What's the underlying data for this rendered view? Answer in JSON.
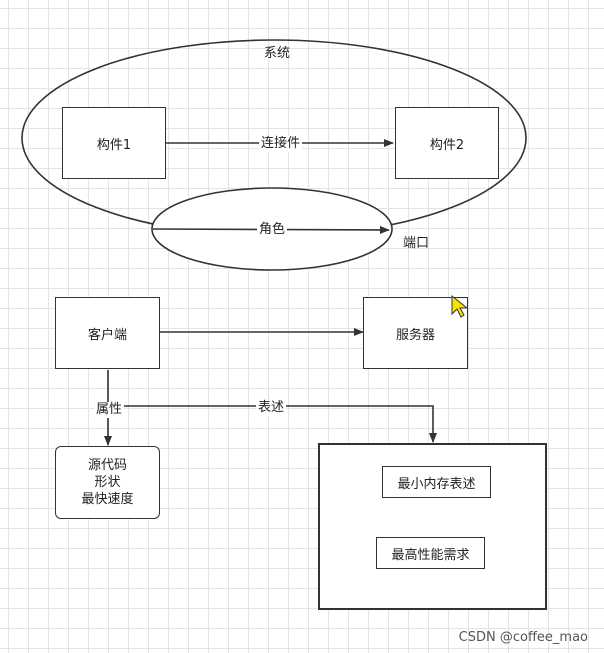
{
  "top_diagram": {
    "system_label": "系统",
    "component1": "构件1",
    "component2": "构件2",
    "connector_label": "连接件",
    "role_label": "角色",
    "port_label": "端口"
  },
  "bottom_diagram": {
    "client": "客户端",
    "server": "服务器",
    "attribute_label": "属性",
    "representation_label": "表述",
    "attributes": [
      "源代码",
      "形状",
      "最快速度"
    ],
    "representations": [
      "最小内存表述",
      "最高性能需求"
    ]
  },
  "watermark": "CSDN @coffee_mao",
  "cursor_icon": "mouse-pointer-icon",
  "colors": {
    "line": "#333333",
    "cursor": "#f5e400"
  }
}
